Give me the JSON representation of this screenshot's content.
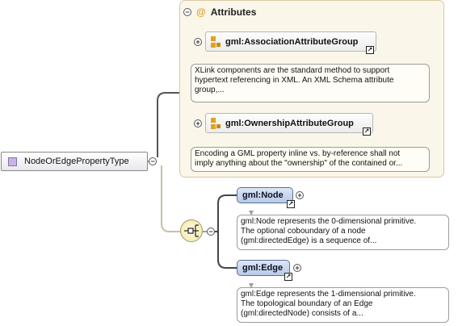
{
  "root": {
    "label": "NodeOrEdgePropertyType",
    "toggle": "−"
  },
  "attributes_panel": {
    "toggle": "−",
    "icon_glyph": "@",
    "title": "Attributes",
    "groups": [
      {
        "name": "gml:AssociationAttributeGroup",
        "toggle": "+",
        "description": [
          "XLink components are the standard method to support",
          "hypertext referencing in XML. An XML Schema attribute",
          "group,..."
        ]
      },
      {
        "name": "gml:OwnershipAttributeGroup",
        "toggle": "+",
        "description": [
          "Encoding a GML property inline vs. by-reference shall not",
          "imply anything about the \"ownership\" of the contained or..."
        ]
      }
    ]
  },
  "choice": {
    "toggle": "−",
    "elements": [
      {
        "name": "gml:Node",
        "toggle": "+",
        "description": [
          "gml:Node represents the 0-dimensional primitive.",
          "The optional coboundary of a node",
          "(gml:directedEdge) is a sequence of..."
        ]
      },
      {
        "name": "gml:Edge",
        "toggle": "+",
        "description": [
          "gml:Edge represents the 1-dimensional primitive.",
          "The topological boundary of an Edge",
          "(gml:directedNode) consists of a..."
        ]
      }
    ]
  },
  "icons": {
    "link_glyph": "↗",
    "choice_glyph": "⊶"
  }
}
